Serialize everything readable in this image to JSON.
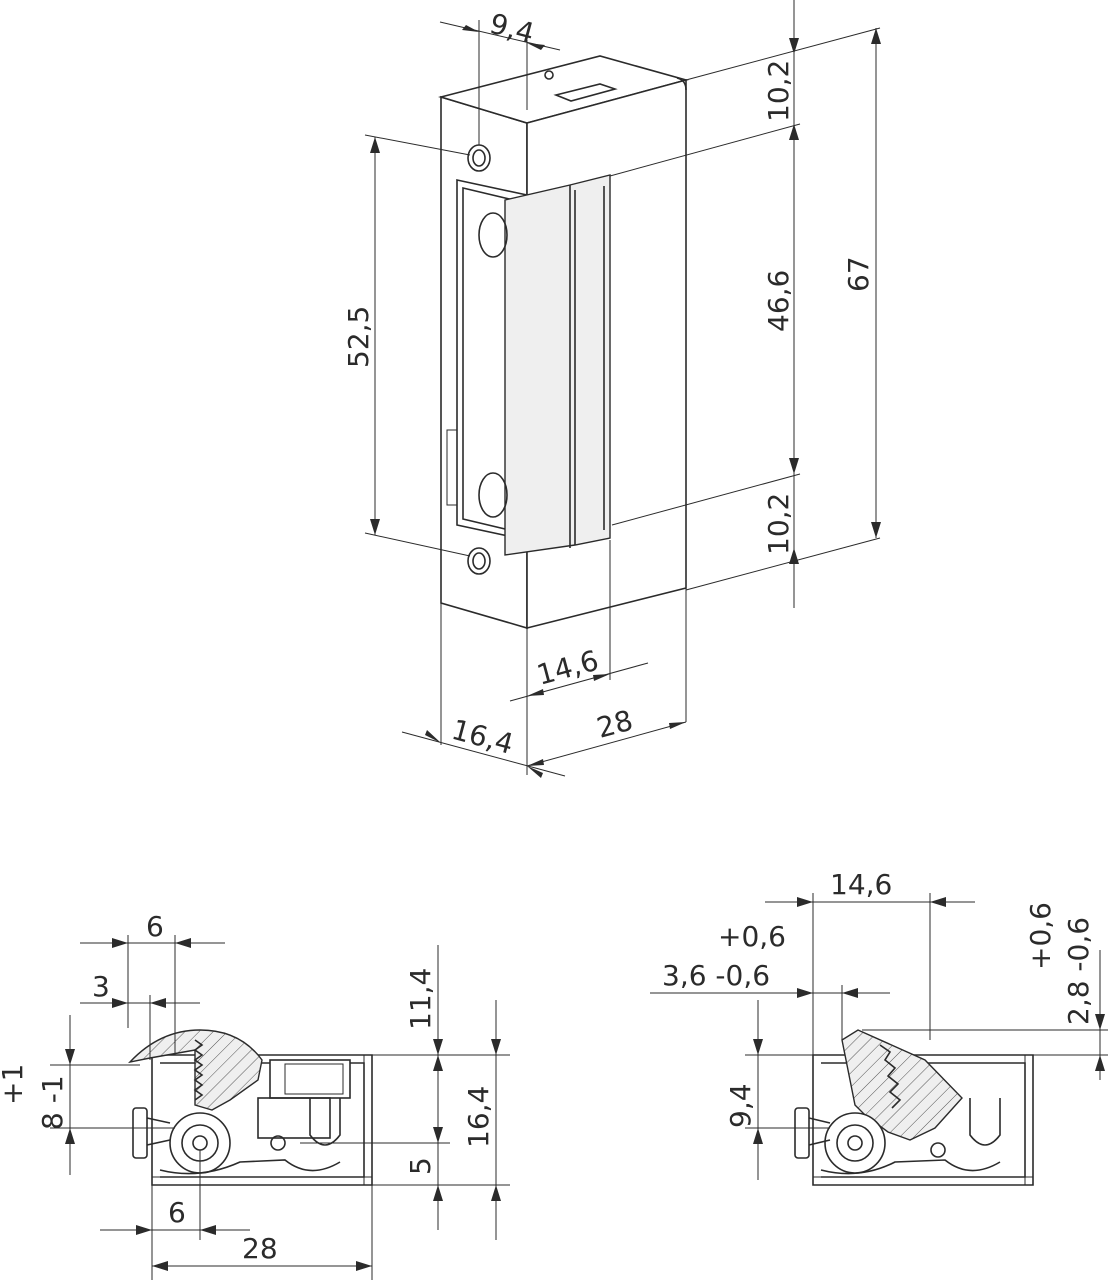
{
  "top_view": {
    "dims": {
      "d9_4": "9,4",
      "d10_2_top": "10,2",
      "d52_5": "52,5",
      "d46_6": "46,6",
      "d67": "67",
      "d10_2_bottom": "10,2",
      "d14_6": "14,6",
      "d16_4": "16,4",
      "d28": "28"
    }
  },
  "left_view": {
    "dims": {
      "d6_top": "6",
      "d3": "3",
      "d11_4": "11,4",
      "d16_4": "16,4",
      "d5": "5",
      "d8": "8 -1",
      "d8_plus": "+1",
      "d6_bottom": "6",
      "d28": "28"
    }
  },
  "right_view": {
    "dims": {
      "d14_6": "14,6",
      "d3_6": "3,6 -0,6",
      "d3_6_plus": "+0,6",
      "d2_8": "2,8 -0,6",
      "d2_8_plus": "+0,6",
      "d9_4": "9,4"
    }
  }
}
